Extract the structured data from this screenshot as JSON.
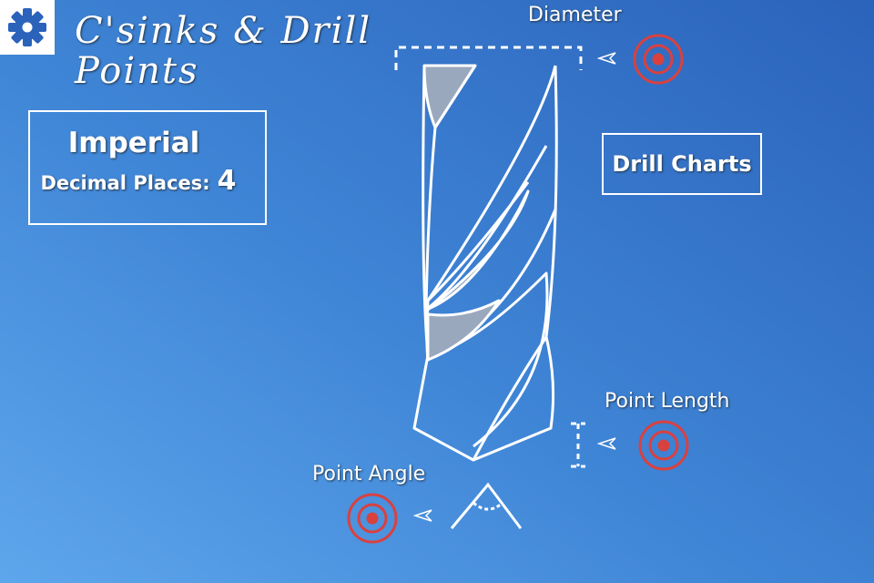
{
  "title": "C'sinks & Drill Points",
  "settings": {
    "icon": "gear-icon"
  },
  "units": {
    "system": "Imperial",
    "decimal_label": "Decimal Places:",
    "decimal_value": "4"
  },
  "drill_charts_label": "Drill Charts",
  "labels": {
    "diameter": "Diameter",
    "point_length": "Point Length",
    "point_angle": "Point Angle"
  },
  "colors": {
    "target": "#d9413f",
    "background": "#3f85d6"
  }
}
